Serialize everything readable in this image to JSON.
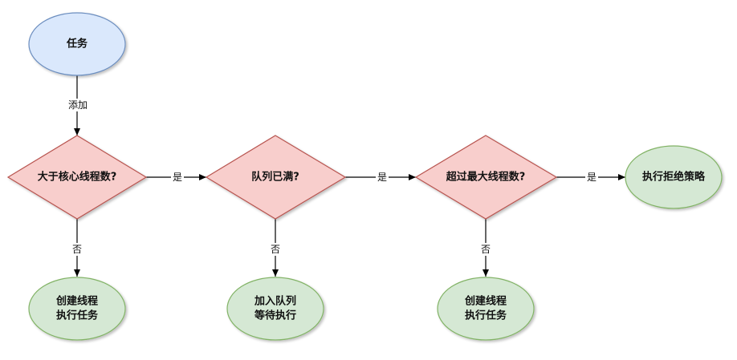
{
  "nodes": {
    "task": {
      "label": "任务"
    },
    "check_core": {
      "label": "大于核心线程数?"
    },
    "check_queue": {
      "label": "队列已满?"
    },
    "check_max": {
      "label": "超过最大线程数?"
    },
    "reject": {
      "label": "执行拒绝策略"
    },
    "create1": {
      "line1": "创建线程",
      "line2": "执行任务"
    },
    "enqueue": {
      "line1": "加入队列",
      "line2": "等待执行"
    },
    "create2": {
      "line1": "创建线程",
      "line2": "执行任务"
    }
  },
  "edges": {
    "add": "添加",
    "core_yes": "是",
    "queue_yes": "是",
    "max_yes": "是",
    "core_no": "否",
    "queue_no": "否",
    "max_no": "否"
  },
  "colors": {
    "start_fill": "#dae8fc",
    "start_stroke": "#6c8ebf",
    "decision_fill": "#f8cecc",
    "decision_stroke": "#b85450",
    "end_fill": "#d5e8d4",
    "end_stroke": "#82b366"
  }
}
